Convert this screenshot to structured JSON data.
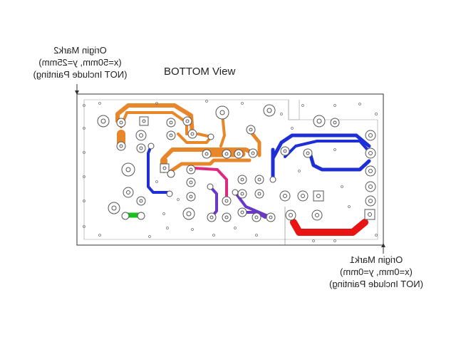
{
  "view_title": "BOTTOM View",
  "origin_mark2": {
    "name": "Origin Mark2",
    "coords": "(x=50mm, y=25mm)",
    "note": "(NOT Include Painting)"
  },
  "origin_mark1": {
    "name": "Origin Mark1",
    "coords": "(x=0mm, y=0mm)",
    "note": "(NOT Include Painting)"
  },
  "colors": {
    "background": "#ffffff",
    "outline": "#333333",
    "pad": "#555555",
    "trace_orange": "#e8862a",
    "trace_blue": "#1f2fd6",
    "trace_red": "#e81313",
    "trace_green": "#19c21a",
    "trace_magenta": "#e0287e",
    "trace_purple": "#6a38c8"
  }
}
